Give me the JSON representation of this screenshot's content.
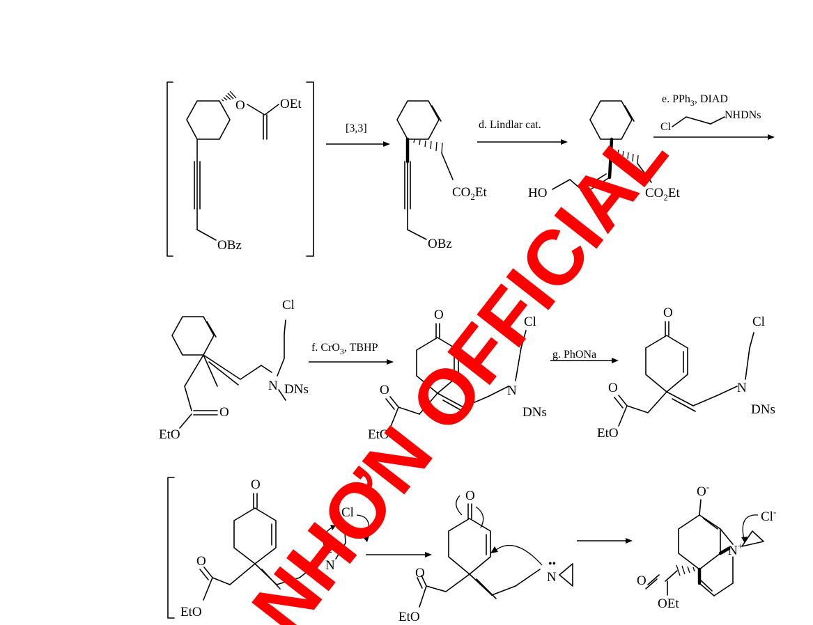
{
  "scheme": {
    "row1": {
      "sm": {
        "o": "O",
        "oet": "OEt",
        "obz": "OBz"
      },
      "step1": {
        "conditions": "[3,3]"
      },
      "p1": {
        "co2et_a": "CO",
        "co2et_sub": "2",
        "co2et_b": "Et",
        "obz": "OBz"
      },
      "step2": {
        "conditions": "d. Lindlar cat."
      },
      "p2": {
        "ho": "HO",
        "co2et_a": "CO",
        "co2et_sub": "2",
        "co2et_b": "Et"
      },
      "step3": {
        "cond_a": "e. PPh",
        "cond_sub": "3",
        "cond_b": ", DIAD",
        "cl": "Cl",
        "nhdns": "NHDNs"
      }
    },
    "row2": {
      "p3": {
        "cl": "Cl",
        "n": "N",
        "dns": "DNs",
        "o": "O",
        "eto": "EtO"
      },
      "step4": {
        "cond_a": "f. CrO",
        "cond_sub": "3",
        "cond_b": ", TBHP"
      },
      "p4": {
        "o_top": "O",
        "cl": "Cl",
        "n": "N",
        "dns": "DNs",
        "o": "O",
        "eto": "EtO"
      },
      "step5": {
        "conditions": "g. PhONa"
      },
      "p5": {
        "o_top": "O",
        "cl": "Cl",
        "n": "N",
        "dns": "DNs",
        "o": "O",
        "eto": "EtO"
      }
    },
    "row3": {
      "i1": {
        "o_top": "O",
        "cl": "Cl",
        "n": "N",
        "charge": "−",
        "o": "O",
        "eto": "EtO"
      },
      "i2": {
        "o_top": "O",
        "n": "N",
        "lone_pair": "••",
        "o": "O",
        "eto": "EtO"
      },
      "final": {
        "o_minus": "O",
        "o_charge": "-",
        "n": "N",
        "n_charge": "+",
        "cl": "Cl",
        "cl_charge": "-",
        "o": "O",
        "oet": "OEt"
      }
    }
  },
  "watermark": {
    "text": "NHƠN OFFICIAL",
    "color": "#ff0000"
  }
}
